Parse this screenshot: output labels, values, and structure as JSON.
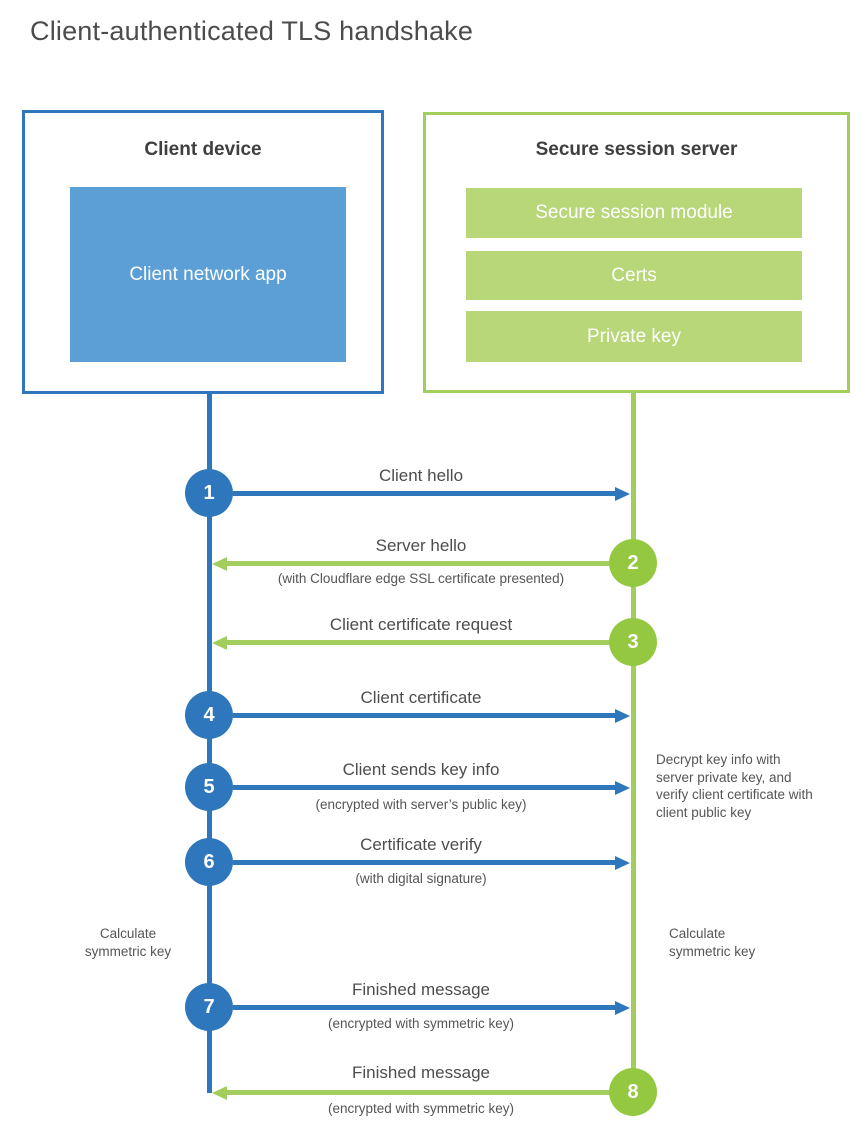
{
  "title": "Client-authenticated TLS handshake",
  "client_box": {
    "title": "Client device",
    "app_label": "Client network app"
  },
  "server_box": {
    "title": "Secure session server",
    "modules": [
      "Secure session module",
      "Certs",
      "Private key"
    ]
  },
  "steps": [
    {
      "number": "1",
      "label": "Client hello",
      "sublabel": "",
      "direction": "right",
      "color": "blue"
    },
    {
      "number": "2",
      "label": "Server hello",
      "sublabel": "(with Cloudflare edge SSL certificate presented)",
      "direction": "left",
      "color": "green"
    },
    {
      "number": "3",
      "label": "Client certificate request",
      "sublabel": "",
      "direction": "left",
      "color": "green"
    },
    {
      "number": "4",
      "label": "Client certificate",
      "sublabel": "",
      "direction": "right",
      "color": "blue"
    },
    {
      "number": "5",
      "label": "Client sends key info",
      "sublabel": "(encrypted with server’s public key)",
      "direction": "right",
      "color": "blue"
    },
    {
      "number": "6",
      "label": "Certificate verify",
      "sublabel": "(with digital signature)",
      "direction": "right",
      "color": "blue"
    },
    {
      "number": "7",
      "label": "Finished message",
      "sublabel": "(encrypted with symmetric key)",
      "direction": "right",
      "color": "blue"
    },
    {
      "number": "8",
      "label": "Finished message",
      "sublabel": "(encrypted with symmetric key)",
      "direction": "left",
      "color": "green"
    }
  ],
  "notes": {
    "decrypt": "Decrypt key info with server private key, and verify client certificate with client public key",
    "calc_left": "Calculate symmetric key",
    "calc_right": "Calculate symmetric key"
  },
  "colors": {
    "blue_line": "#2e77bd",
    "blue_fill": "#5b9fd6",
    "green_line": "#a2ce5d",
    "green_circle": "#94c840",
    "green_bar": "#b7d778",
    "heading_text": "#3f3f3f",
    "label_text": "#4d4d4d",
    "note_text": "#555555"
  }
}
